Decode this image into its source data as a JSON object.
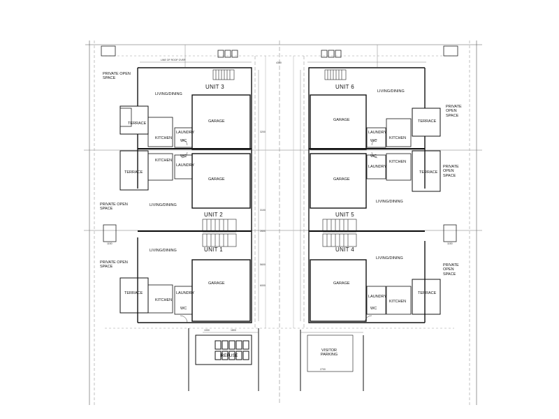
{
  "units": {
    "u1": "UNIT 1",
    "u2": "UNIT 2",
    "u3": "UNIT 3",
    "u4": "UNIT 4",
    "u5": "UNIT 5",
    "u6": "UNIT 6"
  },
  "rooms": {
    "living": "LIVING/DINING",
    "garage": "GARAGE",
    "kitchen": "KITCHEN",
    "laundry": "LAUNDRY",
    "wc": "WC",
    "terrace": "TERRACE",
    "private_open_space": "PRIVATE OPEN SPACE"
  },
  "site": {
    "refuse": "REFUSE",
    "visitor_parking": "VISITOR PARKING",
    "line_of_roof_over": "LINE OF ROOF OVER"
  },
  "dimensions": {
    "d1": "3200",
    "d2": "3100",
    "d3": "1150",
    "d4": "2600",
    "d5": "4300",
    "d6": "5600",
    "d7": "1000",
    "d8": "1800",
    "d9": "6000",
    "d10": "2700"
  }
}
